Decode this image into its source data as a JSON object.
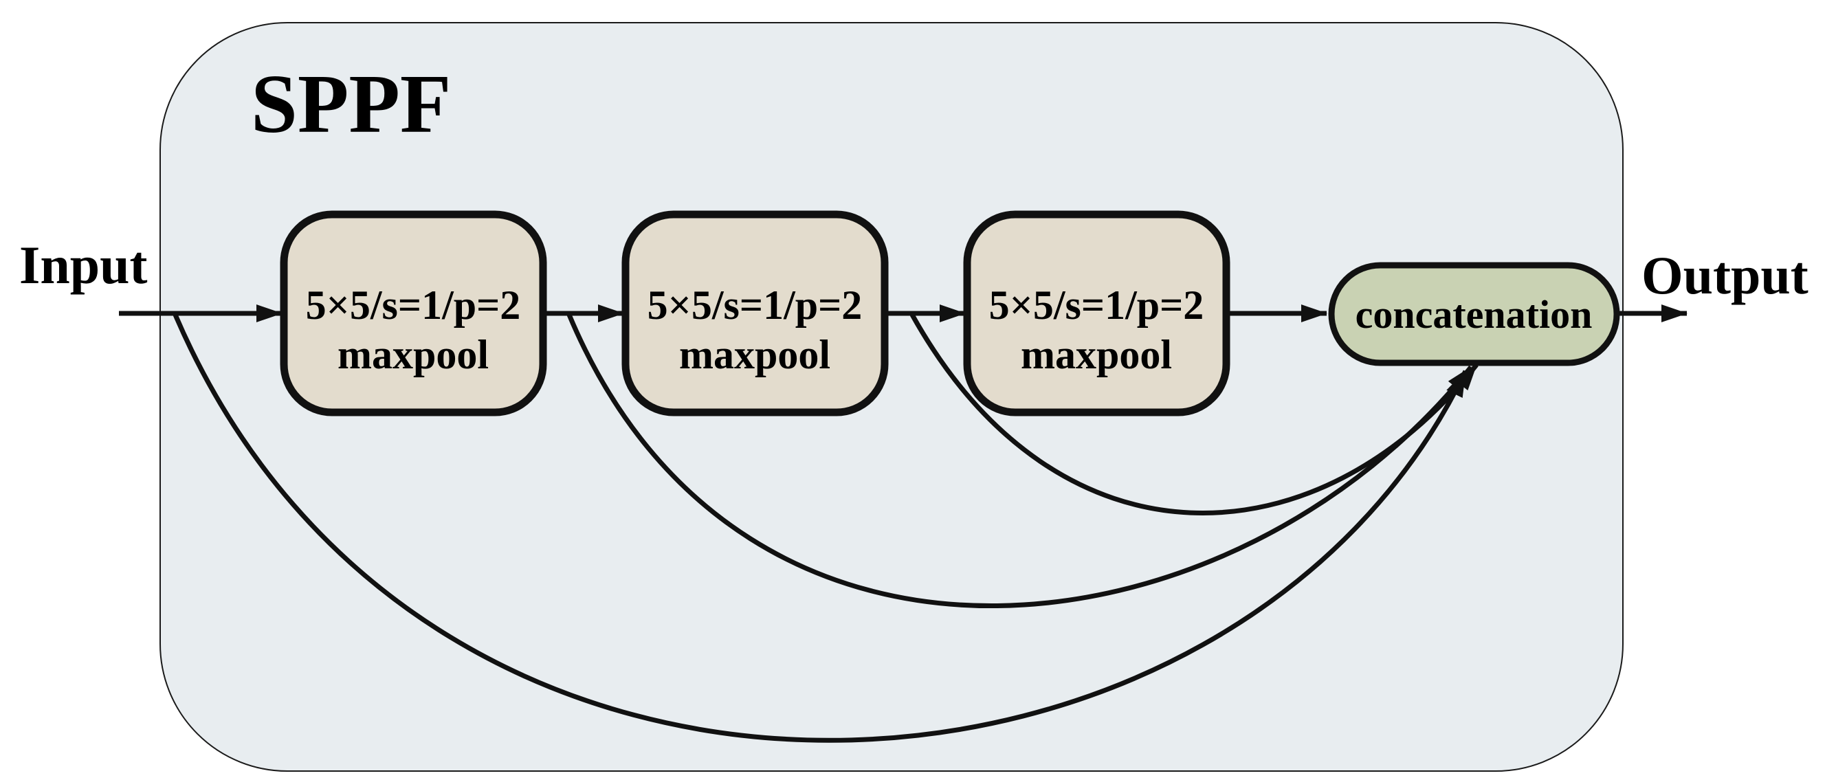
{
  "diagram": {
    "title": "SPPF",
    "input_label": "Input",
    "output_label": "Output",
    "pool_boxes": [
      {
        "line1": "5×5/s=1/p=2",
        "line2": "maxpool"
      },
      {
        "line1": "5×5/s=1/p=2",
        "line2": "maxpool"
      },
      {
        "line1": "5×5/s=1/p=2",
        "line2": "maxpool"
      }
    ],
    "concat_label": "concatenation",
    "colors": {
      "page_bg": "#ffffff",
      "container_fill": "#e8edf0",
      "container_stroke": "#1a1a1a",
      "pool_box_fill": "#e3dccd",
      "pool_box_stroke": "#111111",
      "concat_fill": "#c9d2b3",
      "concat_stroke": "#111111",
      "line_color": "#111111",
      "text_color": "#000000"
    }
  }
}
